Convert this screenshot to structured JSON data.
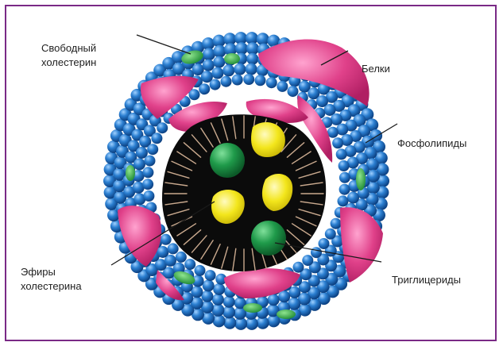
{
  "labels": {
    "free_cholesterol": [
      "Свободный",
      "холестерин"
    ],
    "proteins": "Белки",
    "phospholipids": "Фосфолипиды",
    "cholesterol_esters": [
      "Эфиры",
      "холестерина"
    ],
    "triglycerides": "Триглицериды"
  },
  "colors": {
    "frame": "#7a2a86",
    "phospholipid_head": "#1f6fc0",
    "protein": "#e0418a",
    "core": "#0b0b0b",
    "cholesterol_ester": "#1f9a4a",
    "triglyceride": "#f3e61c",
    "free_cholesterol": "#2db04a"
  }
}
